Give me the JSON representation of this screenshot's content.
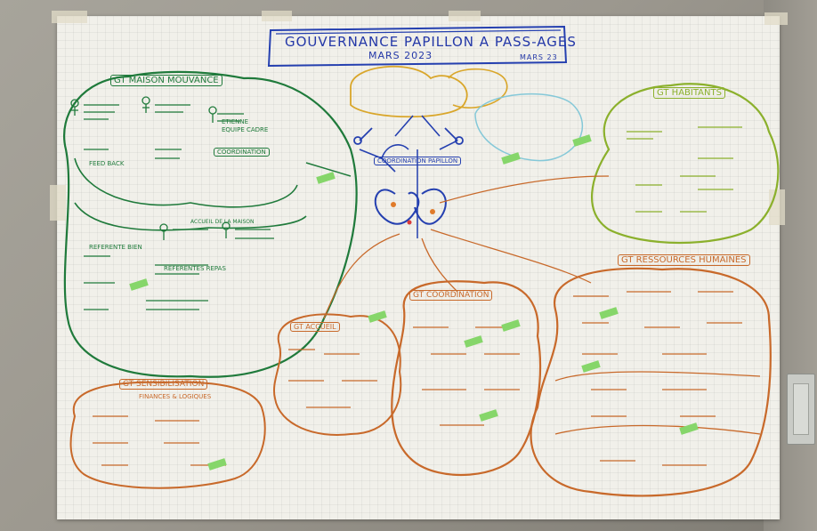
{
  "board": {
    "title_line1": "GOUVERNANCE PAPILLON A PASS-AGES",
    "title_line2": "MARS 2023",
    "title_date": "MARS 23"
  },
  "groups": {
    "maison": {
      "title": "GT MAISON MOUVANCE",
      "color": "#1f7a3b"
    },
    "habitants": {
      "title": "GT HABITANTS",
      "color": "#8bb02c"
    },
    "rh": {
      "title": "GT RESSOURCES HUMAINES",
      "color": "#c8692a"
    },
    "coordination": {
      "title": "GT COORDINATION",
      "color": "#c8692a"
    },
    "sensibilisation": {
      "title": "GT SENSIBILISATION",
      "color": "#c8692a"
    },
    "accueil": {
      "title": "GT ACCUEIL",
      "color": "#c8692a"
    }
  },
  "labels": {
    "coordination_papillon": "COORDINATION PAPILLON",
    "coordination_maison": "COORDINATION",
    "sensibilisation_sub": "FINANCES & LOGIQUES",
    "etienne": "ETIENNE",
    "equipe_cadre": "EQUIPE CADRE",
    "feedback": "FEED BACK",
    "referente_bien": "REFERENTE BIEN",
    "referentes_repas": "REFERENTES REPAS",
    "accueil_maison": "ACCUEIL DE LA MAISON"
  },
  "colors": {
    "wall": "#9c988f",
    "paper": "#f1f0ea",
    "marker_blue": "#2540b0",
    "marker_green": "#1f7a3b",
    "marker_orange": "#c8692a",
    "marker_lime": "#8bb02c",
    "sticky_green": "#86d66a"
  }
}
